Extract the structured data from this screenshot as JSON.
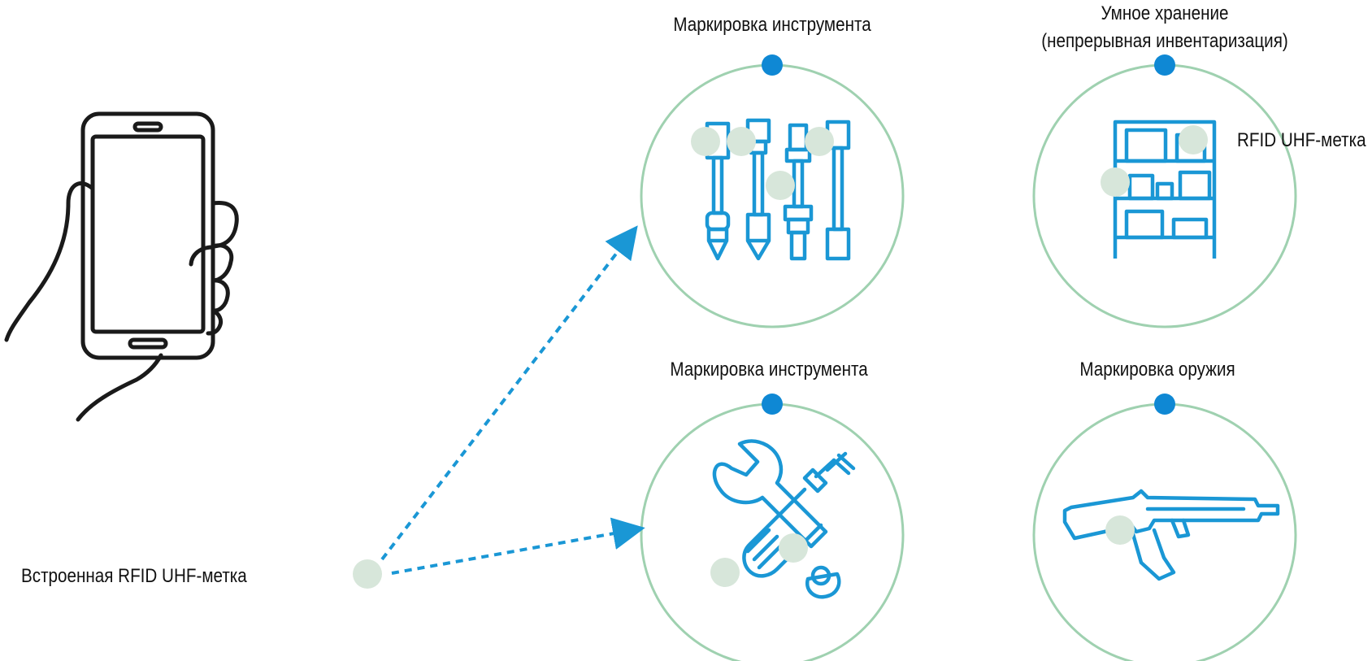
{
  "labels": {
    "tool_marking_top": "Маркировка инструмента",
    "smart_storage_line1": "Умное хранение",
    "smart_storage_line2": "(непрерывная инвентаризация)",
    "rfid_tag": "RFID UHF-метка",
    "tool_marking_bottom": "Маркировка инструмента",
    "weapon_marking": "Маркировка оружия",
    "embedded_tag": "Встроенная RFID UHF-метка"
  },
  "colors": {
    "accent_blue": "#0f88d4",
    "icon_blue": "#1a97d5",
    "circle_green": "#9fd1b0",
    "tag_green": "#d7e6da",
    "line_black": "#1a1a1a"
  },
  "icons": [
    "phone-in-hand-icon",
    "tools-set-icon",
    "storage-shelf-icon",
    "wrench-screwdriver-icon",
    "rifle-icon",
    "rfid-tag-dot"
  ]
}
